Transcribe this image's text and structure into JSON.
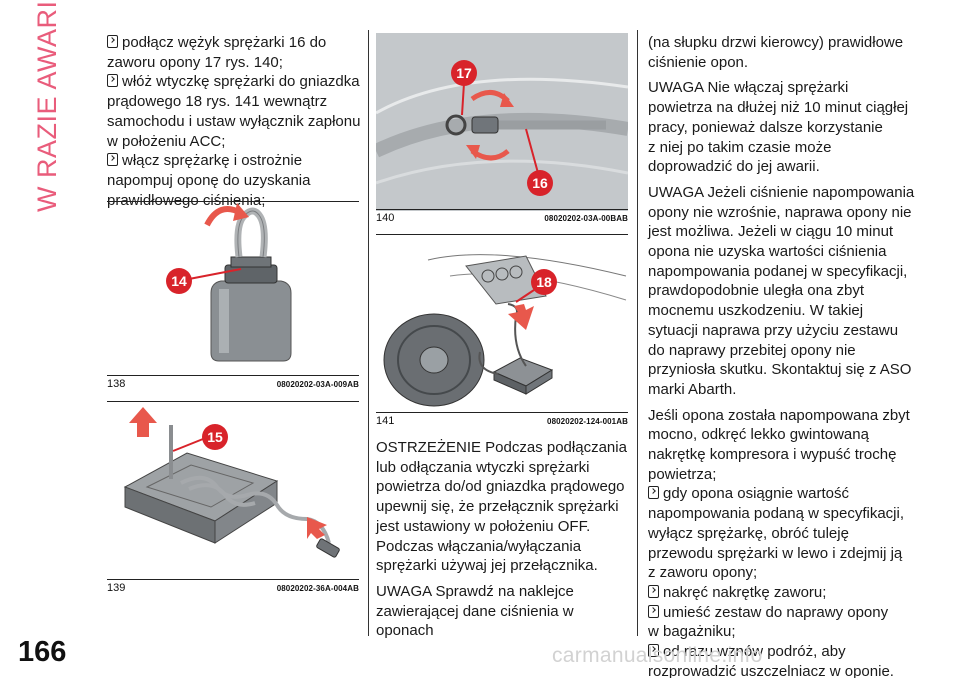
{
  "section": "W RAZIE AWARII",
  "page_number": "166",
  "watermark": "carmanualsonline.info",
  "column1": {
    "items": [
      "podłącz wężyk sprężarki 16 do",
      "zaworu opony 17 rys. 140;",
      "włóż wtyczkę sprężarki do gniazdka",
      "prądowego 18 rys. 141 wewnątrz",
      "samochodu i ustaw wyłącznik zapłonu",
      "w położeniu ACC;",
      "włącz sprężarkę i ostrożnie",
      "napompuj oponę do uzyskania",
      "prawidłowego ciśnienia;"
    ]
  },
  "figures": {
    "fig138": {
      "number": "138",
      "code": "08020202-03A-009AB",
      "callout": "14"
    },
    "fig139": {
      "number": "139",
      "code": "08020202-36A-004AB",
      "callout": "15"
    },
    "fig140": {
      "number": "140",
      "code": "08020202-03A-00BAB",
      "callout_a": "17",
      "callout_b": "16"
    },
    "fig141": {
      "number": "141",
      "code": "08020202-124-001AB",
      "callout": "18"
    }
  },
  "column2": {
    "lines": [
      "OSTRZEŻENIE Podczas podłączania",
      "lub odłączania wtyczki sprężarki",
      "powietrza do/od gniazdka prądowego",
      "upewnij się, że przełącznik sprężarki",
      "jest ustawiony w położeniu OFF.",
      "Podczas włączania/wyłączania",
      "sprężarki używaj jej przełącznika.",
      "UWAGA Sprawdź na naklejce",
      "zawierającej dane ciśnienia w oponach"
    ]
  },
  "column3": {
    "lines": [
      "(na słupku drzwi kierowcy) prawidłowe",
      "ciśnienie opon.",
      "UWAGA Nie włączaj sprężarki",
      "powietrza na dłużej niż 10 minut ciągłej",
      "pracy, ponieważ dalsze korzystanie",
      "z niej po takim czasie może",
      "doprowadzić do jej awarii.",
      "UWAGA Jeżeli ciśnienie napompowania",
      "opony nie wzrośnie, naprawa opony nie",
      "jest możliwa. Jeżeli w ciągu 10 minut",
      "opona nie uzyska wartości ciśnienia",
      "napompowania podanej w specyfikacji,",
      "prawdopodobnie uległa ona zbyt",
      "mocnemu uszkodzeniu. W takiej",
      "sytuacji naprawa przy użyciu zestawu",
      "do naprawy przebitej opony nie",
      "przyniosła skutku. Skontaktuj się z ASO",
      "marki Abarth.",
      "Jeśli opona została napompowana zbyt",
      "mocno, odkręć lekko gwintowaną",
      "nakrętkę kompresora i wypuść trochę",
      "powietrza;",
      "gdy opona osiągnie wartość",
      "napompowania podaną w specyfikacji,",
      "wyłącz sprężarkę, obróć tuleję",
      "przewodu sprężarki w lewo i zdejmij ją",
      "z zaworu opony;",
      "nakręć nakrętkę zaworu;",
      "umieść zestaw do naprawy opony",
      "w bagażniku;",
      "od razu wznów podróż, aby",
      "rozprowadzić uszczelniacz w oponie."
    ]
  },
  "colors": {
    "accent": "#e95c7b",
    "callout_red": "#d8232a",
    "arrow_red": "#e8584c"
  }
}
